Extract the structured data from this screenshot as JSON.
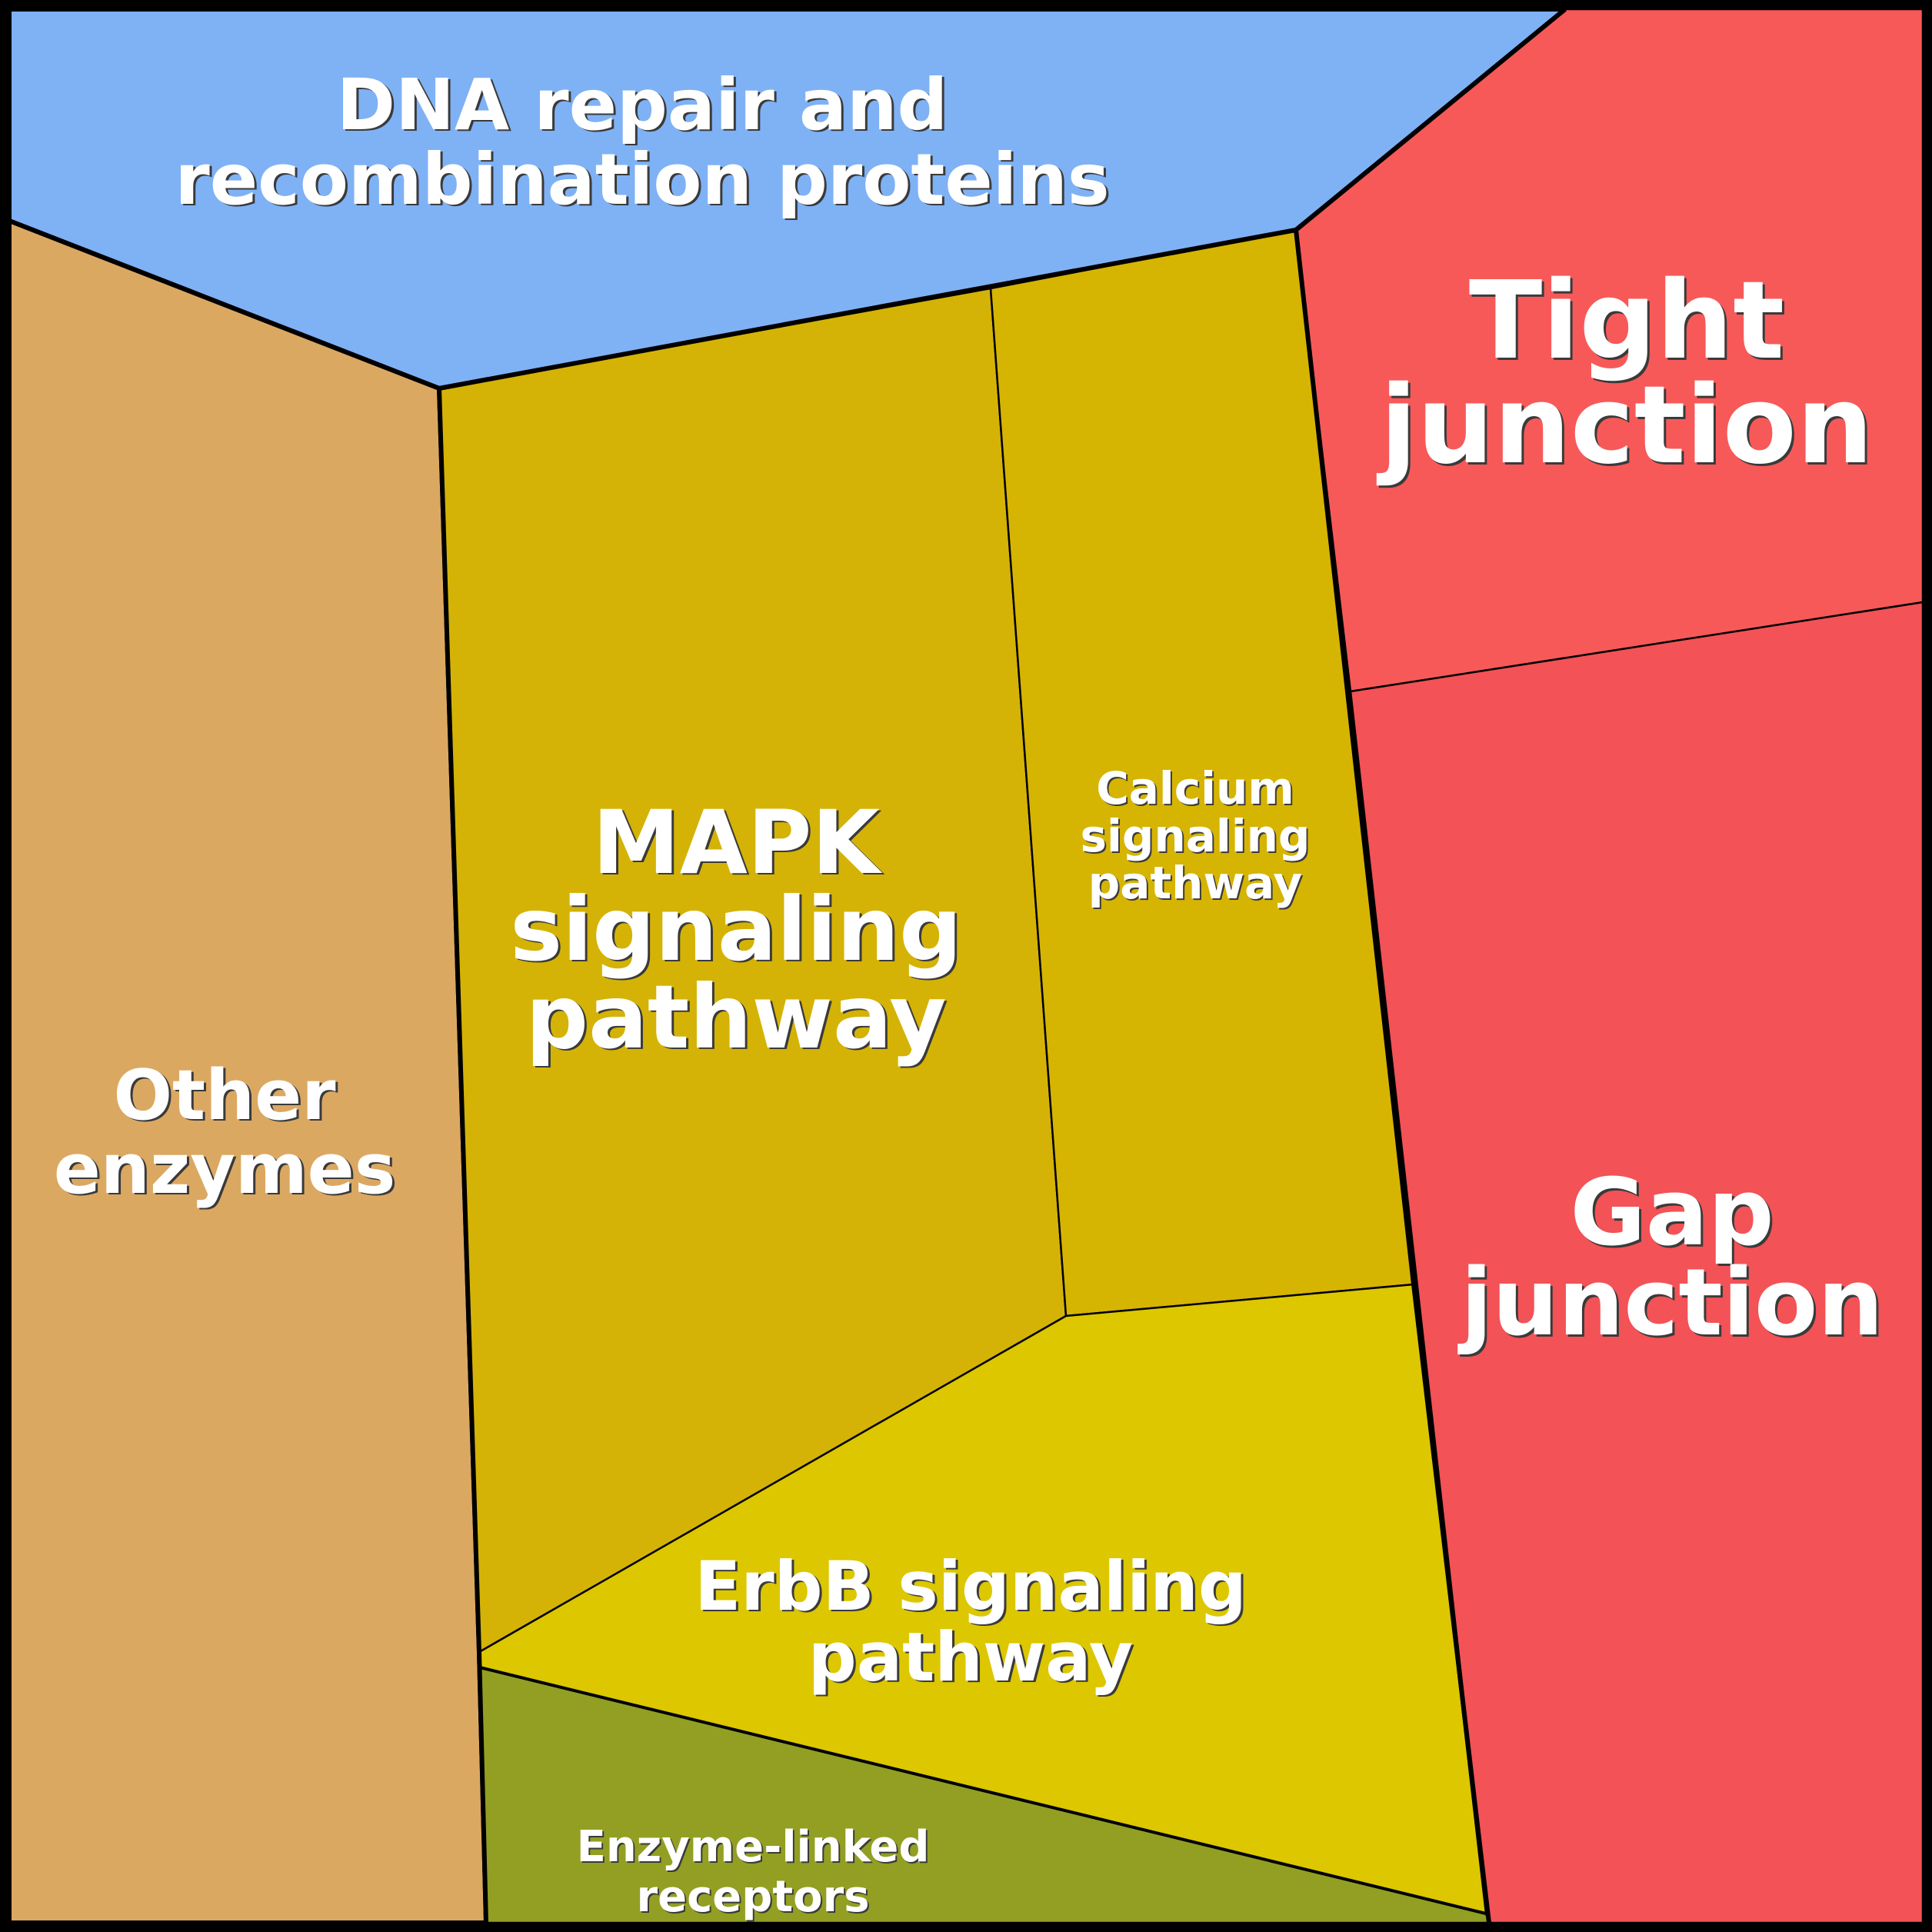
{
  "diagram": {
    "type": "voronoi-treemap",
    "cells": [
      {
        "id": "dna-repair",
        "label": [
          "DNA repair and",
          "recombination proteins"
        ],
        "color": "#7fb1f5",
        "group": "genetic-information"
      },
      {
        "id": "other-enzymes",
        "label": [
          "Other",
          "enzymes"
        ],
        "color": "#dba862",
        "group": "enzymes"
      },
      {
        "id": "mapk",
        "label": [
          "MAPK",
          "signaling",
          "pathway"
        ],
        "color": "#d4b306",
        "group": "signal-transduction"
      },
      {
        "id": "calcium",
        "label": [
          "Calcium",
          "signaling",
          "pathway"
        ],
        "color": "#d6b402",
        "group": "signal-transduction"
      },
      {
        "id": "erbb",
        "label": [
          "ErbB signaling",
          "pathway"
        ],
        "color": "#dcc700",
        "group": "signal-transduction"
      },
      {
        "id": "enzyme-linked",
        "label": [
          "Enzyme-linked",
          "receptors"
        ],
        "color": "#929f22",
        "group": "receptors"
      },
      {
        "id": "tight-junction",
        "label": [
          "Tight",
          "junction"
        ],
        "color": "#f75959",
        "group": "cellular-community"
      },
      {
        "id": "gap-junction",
        "label": [
          "Gap",
          "junction"
        ],
        "color": "#f35256",
        "group": "cellular-community"
      }
    ]
  }
}
